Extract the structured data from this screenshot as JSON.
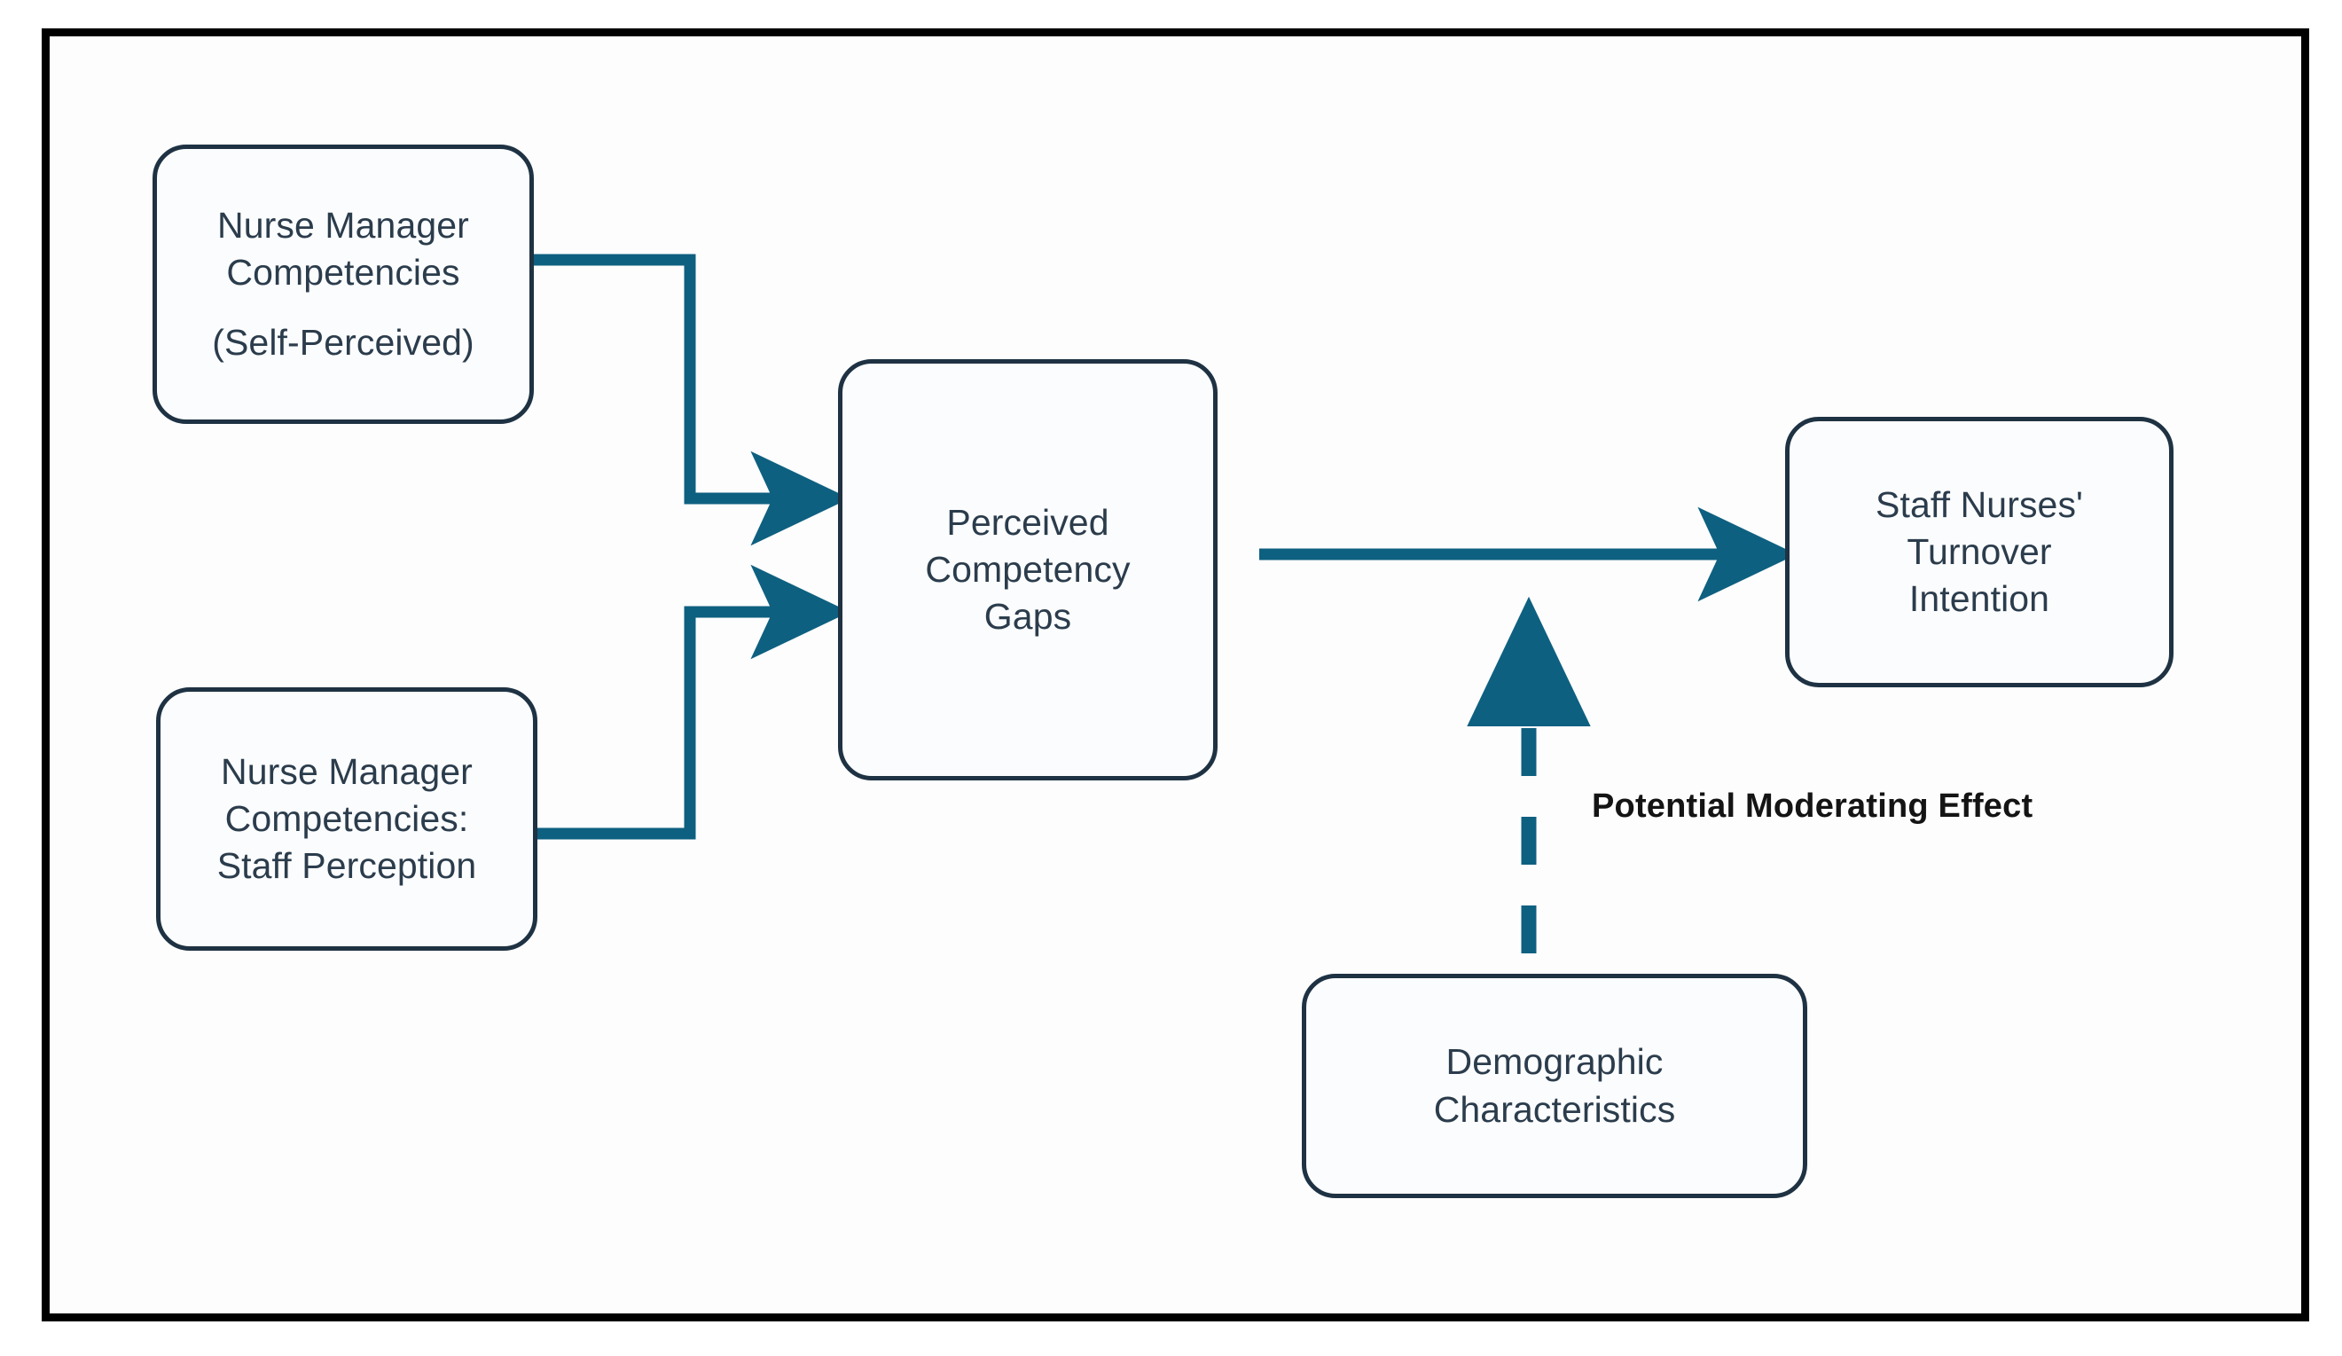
{
  "diagram": {
    "title_visible": false,
    "colors": {
      "frame": "#000000",
      "node_border": "#1e3243",
      "node_fill": "#fbfcfd",
      "node_text": "#2b3c4c",
      "connector": "#0e6080",
      "caption_text": "#141414"
    },
    "nodes": [
      {
        "id": "self-perceived",
        "lines": [
          "Nurse Manager",
          "Competencies",
          "(Self-Perceived)"
        ]
      },
      {
        "id": "staff-perception",
        "lines": [
          "Nurse Manager",
          "Competencies:",
          "Staff Perception"
        ]
      },
      {
        "id": "competency-gaps",
        "lines": [
          "Perceived",
          "Competency",
          "Gaps"
        ]
      },
      {
        "id": "turnover-intention",
        "lines": [
          "Staff Nurses'",
          "Turnover",
          "Intention"
        ]
      },
      {
        "id": "demographics",
        "lines": [
          "Demographic",
          "Characteristics"
        ]
      }
    ],
    "annotations": {
      "moderating_effect": "Potential Moderating Effect"
    },
    "edges": [
      {
        "id": "self-perceived-to-gaps",
        "from": "self-perceived",
        "to": "competency-gaps",
        "style": "solid",
        "arrow": "single",
        "routing": "orthogonal-down"
      },
      {
        "id": "staff-perception-to-gaps",
        "from": "staff-perception",
        "to": "competency-gaps",
        "style": "solid",
        "arrow": "single",
        "routing": "orthogonal-up"
      },
      {
        "id": "gaps-to-turnover",
        "from": "competency-gaps",
        "to": "turnover-intention",
        "style": "solid",
        "arrow": "single",
        "routing": "straight"
      },
      {
        "id": "demographics-to-gaps-turnover-path",
        "from": "demographics",
        "to": "gaps-to-turnover",
        "style": "dashed",
        "arrow": "single",
        "routing": "vertical",
        "label": "Potential Moderating Effect"
      }
    ]
  }
}
